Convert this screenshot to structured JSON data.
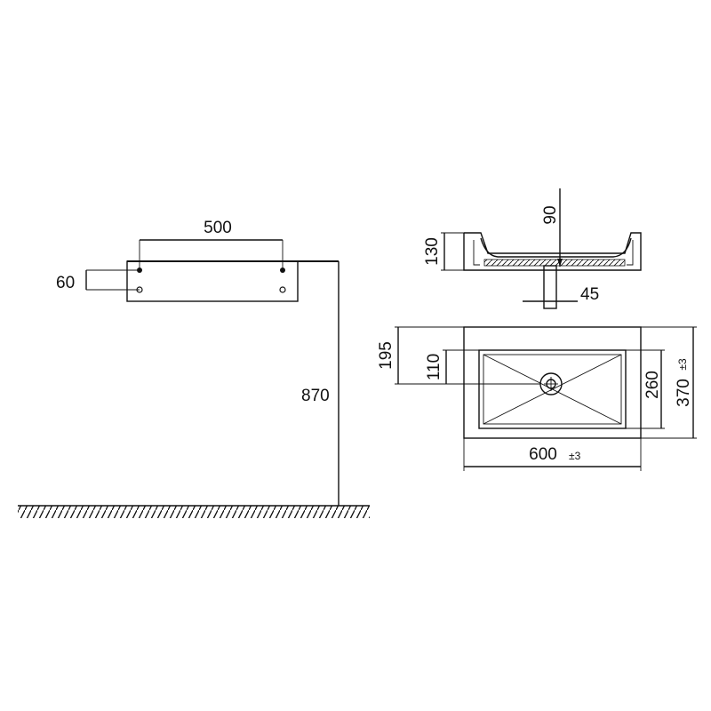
{
  "colors": {
    "line": "#111111",
    "background": "#ffffff"
  },
  "dimensions": {
    "mount_spacing": "500",
    "mount_height": "60",
    "install_height": "870",
    "depth_90": "90",
    "height_130": "130",
    "drain_45": "45",
    "drain_offset": "195",
    "drain_110": "110",
    "basin_inner": "260",
    "overall_depth": "370",
    "overall_depth_tol": "±3",
    "overall_width": "600",
    "overall_width_tol": "±3"
  }
}
